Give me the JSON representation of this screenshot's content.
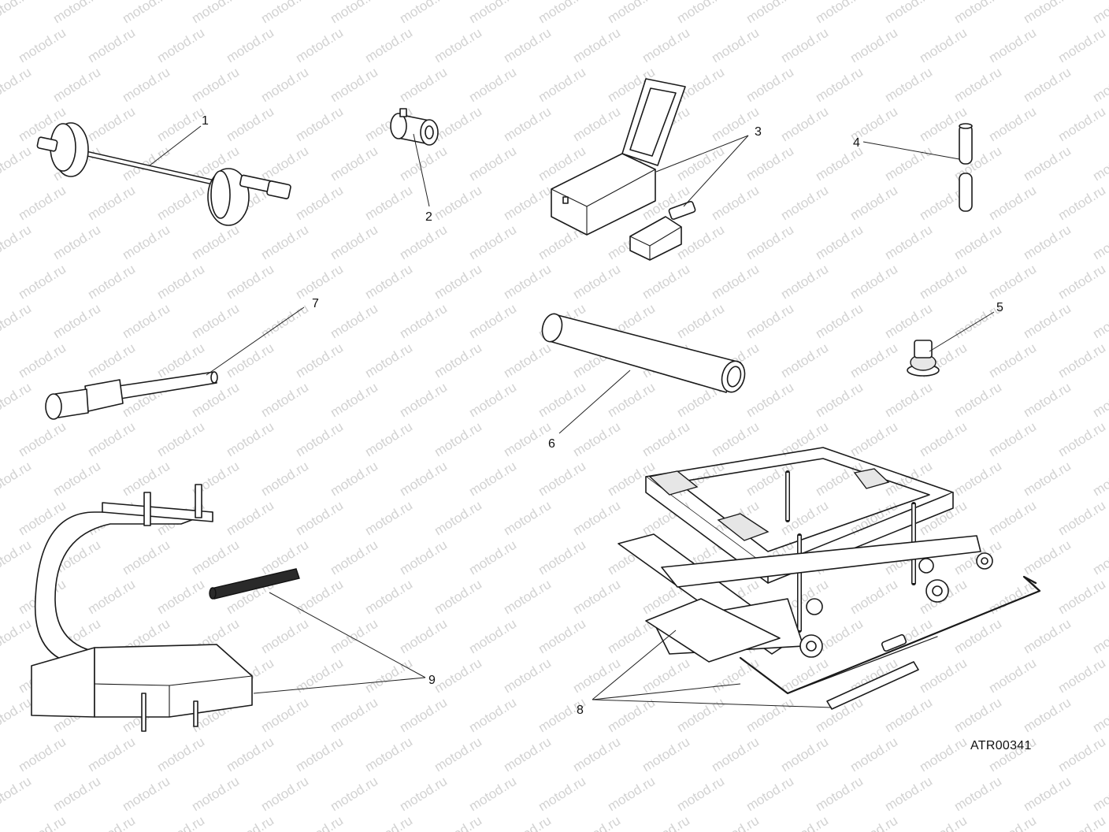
{
  "watermark": {
    "text": "motod.ru"
  },
  "callouts": [
    {
      "id": "1",
      "label": "1"
    },
    {
      "id": "2",
      "label": "2"
    },
    {
      "id": "3",
      "label": "3"
    },
    {
      "id": "4",
      "label": "4"
    },
    {
      "id": "5",
      "label": "5"
    },
    {
      "id": "6",
      "label": "6"
    },
    {
      "id": "7",
      "label": "7"
    },
    {
      "id": "8",
      "label": "8"
    },
    {
      "id": "9",
      "label": "9"
    }
  ],
  "diagram_code": "ATR00341"
}
